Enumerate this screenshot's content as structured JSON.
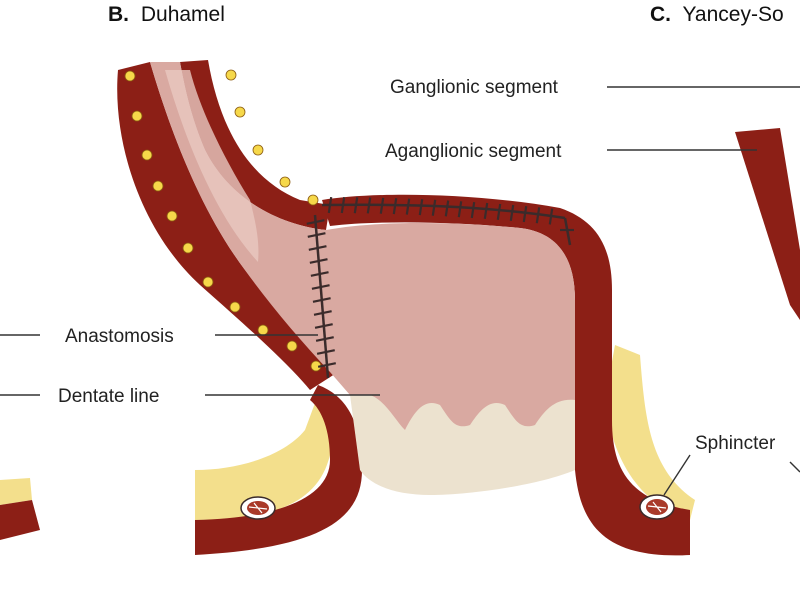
{
  "titles": {
    "b_letter": "B.",
    "b_name": "Duhamel",
    "c_letter": "C.",
    "c_name": "Yancey-So"
  },
  "labels": {
    "ganglionic": "Ganglionic segment",
    "aganglionic": "Aganglionic segment",
    "anastomosis": "Anastomosis",
    "dentate": "Dentate line",
    "sphincter": "Sphincter"
  },
  "colors": {
    "wall_dark": "#8c1f16",
    "wall_mid": "#a93a2a",
    "wall_speckle": "#c45a48",
    "lumen_pink": "#d9a9a1",
    "lumen_light": "#e8c8c1",
    "anal_cream": "#ece2cf",
    "fat_yellow": "#f3df8c",
    "ganglion_dot": "#f6d84a",
    "suture": "#3a2b2b"
  }
}
